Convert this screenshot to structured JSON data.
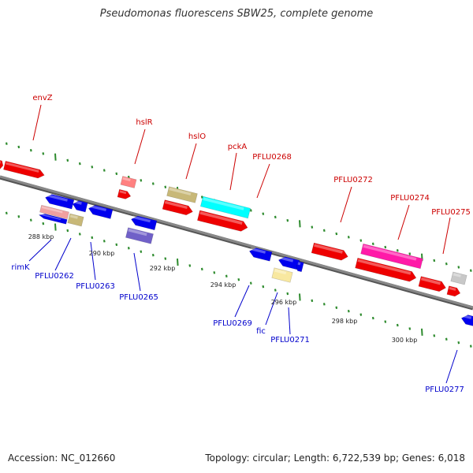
{
  "title": "Pseudomonas fluorescens SBW25, complete genome",
  "footer": {
    "accession": "Accession: NC_012660",
    "stats": "Topology: circular; Length: 6,722,539 bp; Genes: 6,018"
  },
  "colors": {
    "backbone": "#888888",
    "forward_label": "#cc0000",
    "reverse_label": "#0000cc",
    "tick": "#2e8b2e",
    "kbp_label": "#222222"
  },
  "kbp_marks": [
    {
      "label": "288 kbp"
    },
    {
      "label": "290 kbp"
    },
    {
      "label": "292 kbp"
    },
    {
      "label": "294 kbp"
    },
    {
      "label": "296 kbp"
    },
    {
      "label": "298 kbp"
    },
    {
      "label": "300 kbp"
    }
  ],
  "feature_colors": {
    "red": "#ee0000",
    "blue": "#0000ee",
    "khaki": "#c8b878",
    "cyan": "#00ffff",
    "magenta": "#ff1aa8",
    "gray": "#c8c8c8",
    "salmon": "#ff8080",
    "lightsalmon": "#f0a0a0",
    "purple": "#7060c8",
    "lightyellow": "#f8e8a0"
  },
  "forward_labels": [
    {
      "text": "envZ"
    },
    {
      "text": "hslR"
    },
    {
      "text": "hslO"
    },
    {
      "text": "pckA"
    },
    {
      "text": "PFLU0268"
    },
    {
      "text": "PFLU0272"
    },
    {
      "text": "PFLU0274"
    },
    {
      "text": "PFLU0275"
    }
  ],
  "reverse_labels": [
    {
      "text": "rimK"
    },
    {
      "text": "PFLU0262"
    },
    {
      "text": "PFLU0263"
    },
    {
      "text": "PFLU0265"
    },
    {
      "text": "PFLU0269"
    },
    {
      "text": "fic"
    },
    {
      "text": "PFLU0271"
    },
    {
      "text": "PFLU0277"
    }
  ]
}
